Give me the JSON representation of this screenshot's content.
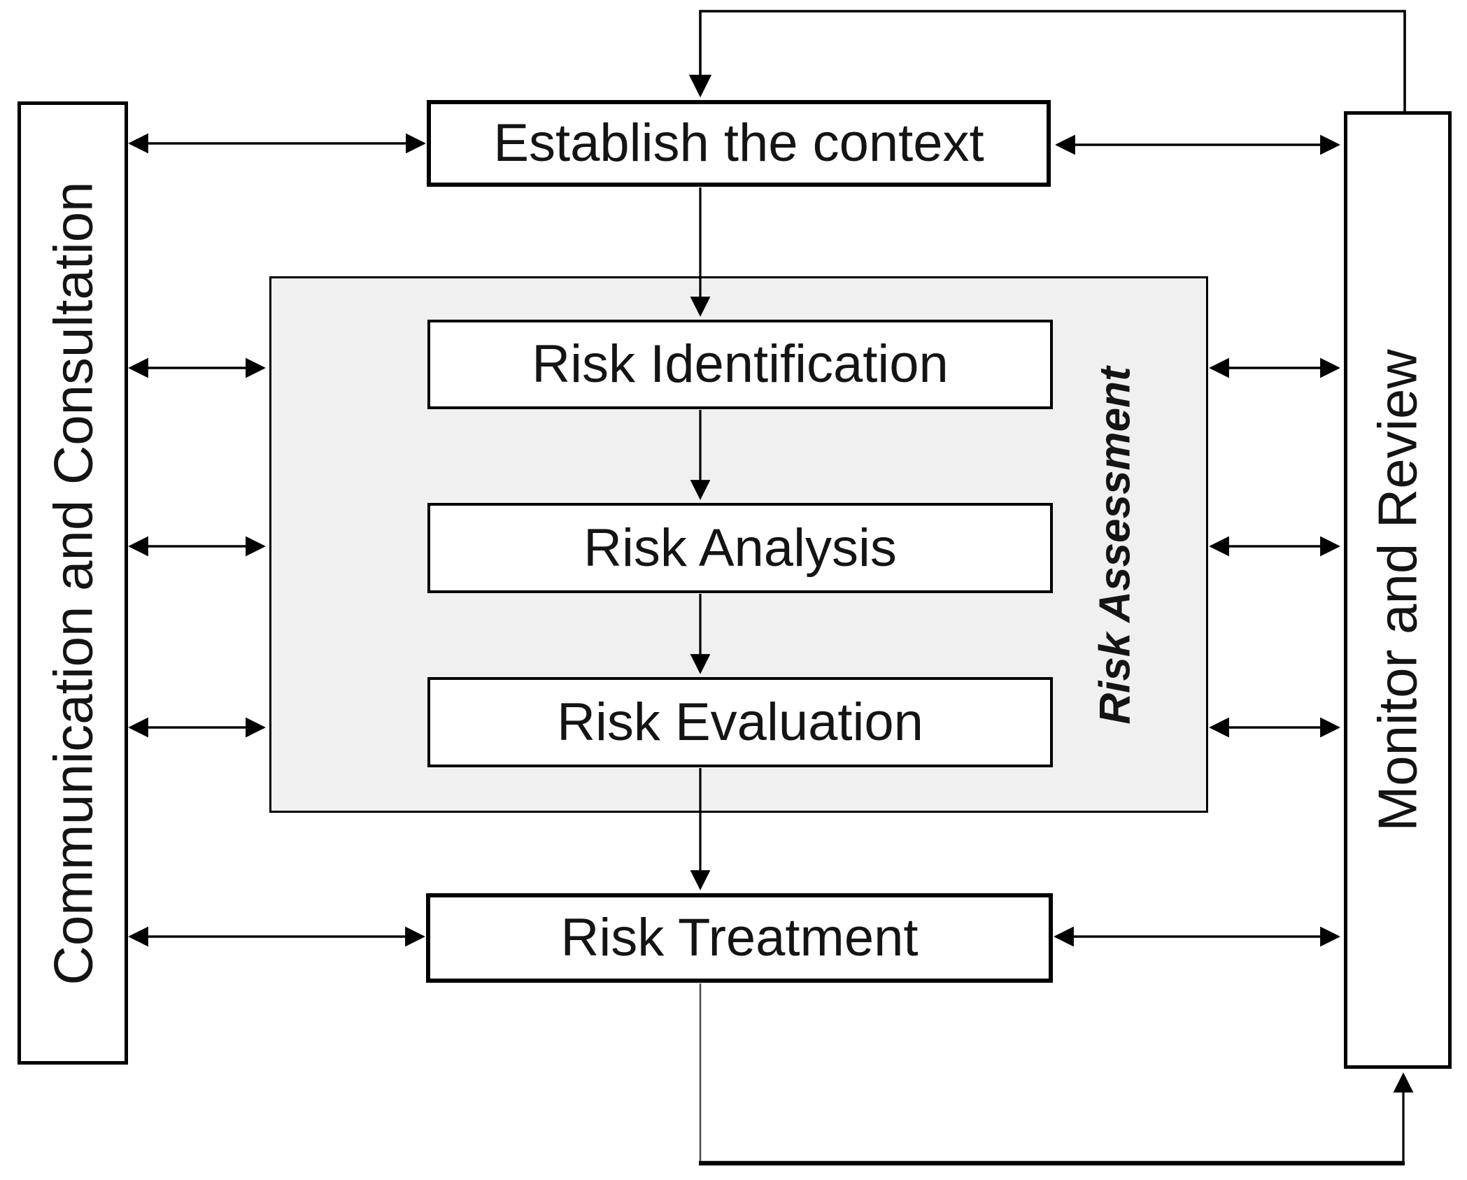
{
  "diagram": {
    "nodes": {
      "establish": "Establish the context",
      "identification": "Risk Identification",
      "analysis": "Risk Analysis",
      "evaluation": "Risk Evaluation",
      "treatment": "Risk Treatment"
    },
    "sidebars": {
      "left": "Communication and Consultation",
      "right": "Monitor and Review"
    },
    "group_label": "Risk Assessment",
    "colors": {
      "line": "#000000",
      "node_fill": "#ffffff",
      "assessment_panel_fill": "#f0f0f0",
      "background": "#ffffff",
      "text": "#141414"
    }
  }
}
